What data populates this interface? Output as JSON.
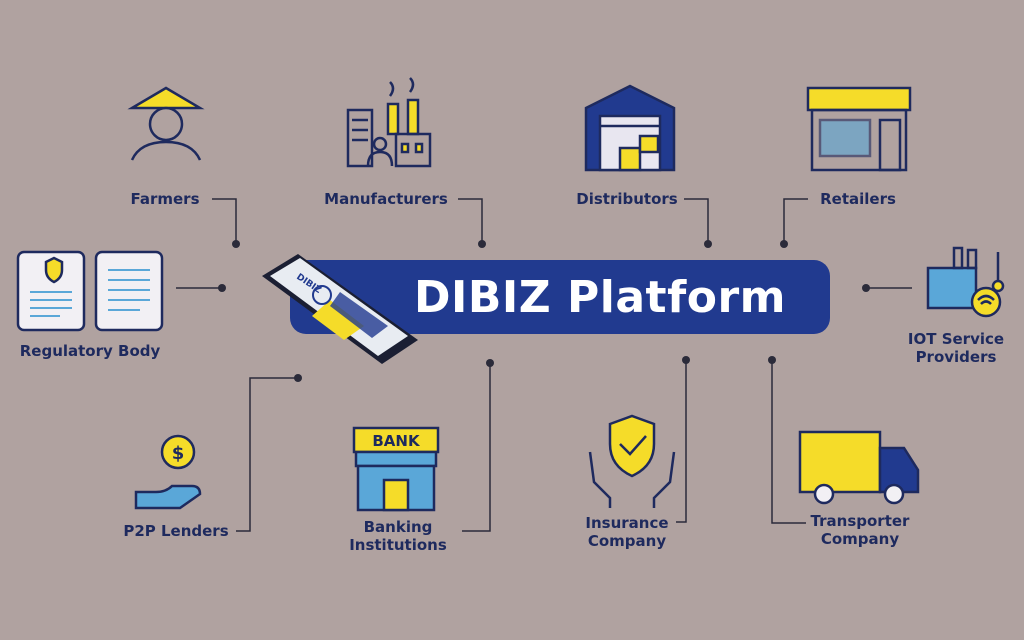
{
  "title": "DIBIZ Platform",
  "phone_logo": "DIBIZ",
  "nodes": {
    "farmers": "Farmers",
    "manufacturers": "Manufacturers",
    "distributors": "Distributors",
    "retailers": "Retailers",
    "regulatory_body": "Regulatory Body",
    "iot_line1": "IOT Service",
    "iot_line2": "Providers",
    "p2p_lenders": "P2P Lenders",
    "banking_line1": "Banking",
    "banking_line2": "Institutions",
    "insurance_line1": "Insurance",
    "insurance_line2": "Company",
    "transporter_line1": "Transporter",
    "transporter_line2": "Company"
  },
  "icon_text": {
    "bank_sign": "BANK",
    "dollar": "$"
  },
  "colors": {
    "background": "#b0a2a0",
    "navy": "#1e2a5e",
    "banner_blue": "#213a8f",
    "yellow": "#f5dc29",
    "light_blue": "#5aa7d8",
    "line": "#2b2b3a"
  }
}
